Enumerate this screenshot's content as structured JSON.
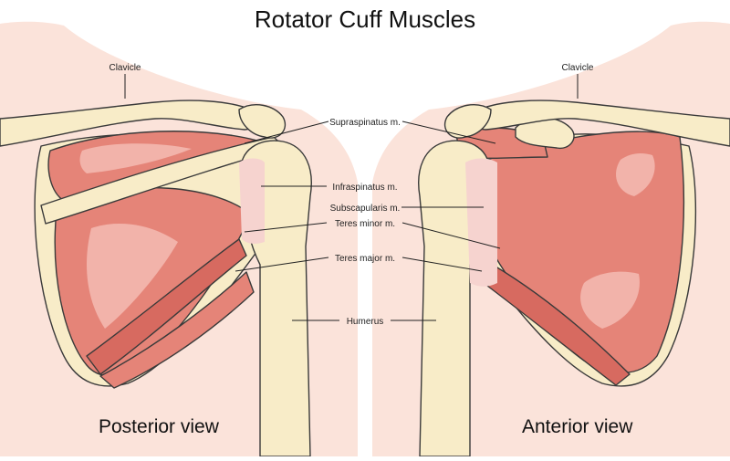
{
  "title": "Rotator Cuff Muscles",
  "views": {
    "posterior": "Posterior view",
    "anterior": "Anterior view"
  },
  "labels": {
    "clavicle_left": "Clavicle",
    "clavicle_right": "Clavicle",
    "supraspinatus": "Supraspinatus m.",
    "infraspinatus": "Infraspinatus m.",
    "subscapularis": "Subscapularis m.",
    "teres_minor": "Teres minor m.",
    "teres_major": "Teres major m.",
    "humerus": "Humerus"
  },
  "colors": {
    "skin": "#fbe3da",
    "bone": "#f8ecc8",
    "bone_outline": "#3a3a3a",
    "muscle": "#e58478",
    "muscle_dark": "#d76a60",
    "muscle_light": "#f2b3aa",
    "tendon": "#f6d3cf"
  }
}
